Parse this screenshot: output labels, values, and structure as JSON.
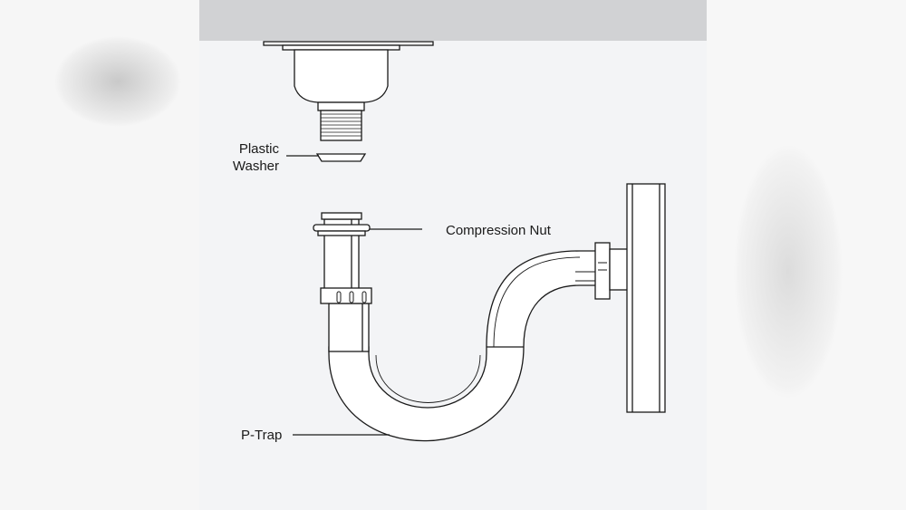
{
  "labels": {
    "plastic_washer_line1": "Plastic",
    "plastic_washer_line2": "Washer",
    "compression_nut": "Compression Nut",
    "p_trap": "P-Trap"
  },
  "colors": {
    "counter": "#d1d2d4",
    "background": "#f3f4f6",
    "line": "#1a1a1a",
    "fill": "#ffffff"
  }
}
